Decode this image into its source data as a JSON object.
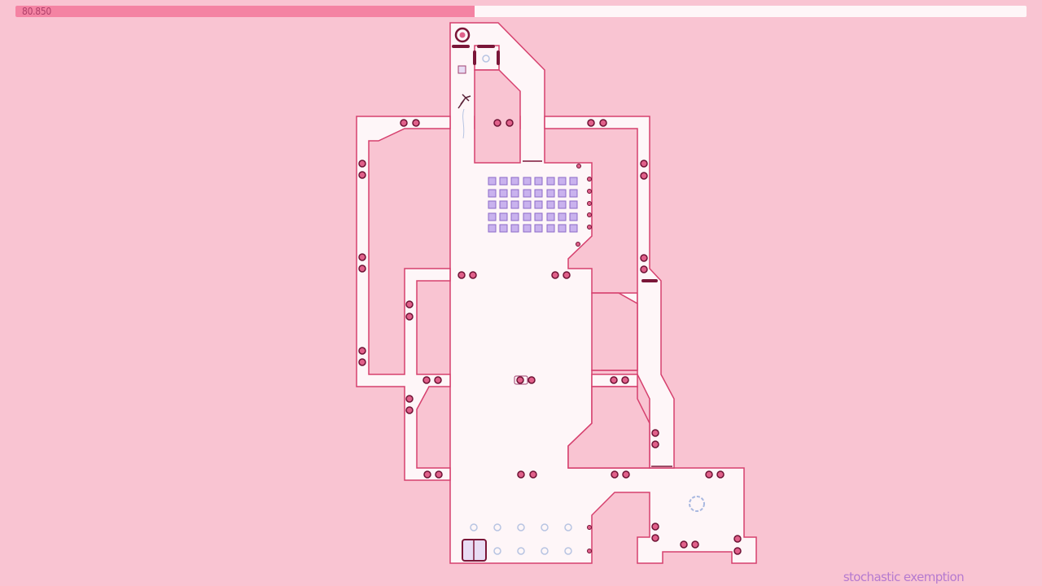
{
  "hud": {
    "time_value": "80.850",
    "time_fill_percent": 45.4,
    "colors": {
      "fill": "#f483a3",
      "track": "#fef6f8",
      "text": "#b0406a"
    }
  },
  "level": {
    "name": "stochastic exemption",
    "colors": {
      "background": "#f9c4d2",
      "floor": "#fef6f8",
      "wall_edge": "#d6406e",
      "mine": "#e0608a",
      "mine_stroke": "#6e1234",
      "gold": "#c9b2ee",
      "gold_stroke": "#8c6bc8",
      "toggle_ring": "#b7c4e2",
      "door": "#7a1638"
    },
    "entities": {
      "player": "ninja",
      "exit": "exit-door",
      "exit_switch": "exit-switch",
      "gold_grid": {
        "rows": 5,
        "cols": 8
      },
      "toggle_mines_rows": 2,
      "toggle_mines_cols": 5,
      "drone": "spinning-drone"
    }
  }
}
